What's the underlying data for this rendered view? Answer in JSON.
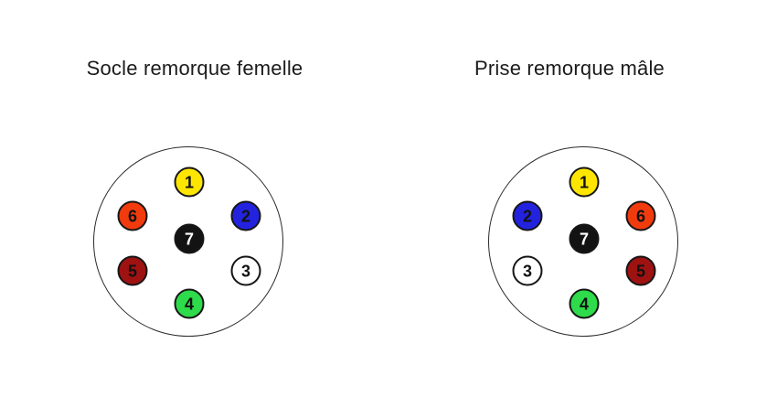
{
  "page": {
    "background": "#ffffff"
  },
  "connectors": [
    {
      "id": "female-socket",
      "title": "Socle remorque femelle",
      "pins": [
        {
          "label": "1",
          "color": "#ffe600",
          "text_color": "#111111",
          "position": "top"
        },
        {
          "label": "2",
          "color": "#2323df",
          "text_color": "#111111",
          "position": "upper-right"
        },
        {
          "label": "3",
          "color": "#ffffff",
          "text_color": "#111111",
          "position": "lower-right"
        },
        {
          "label": "4",
          "color": "#2edb4b",
          "text_color": "#111111",
          "position": "bottom"
        },
        {
          "label": "5",
          "color": "#9e1212",
          "text_color": "#111111",
          "position": "lower-left"
        },
        {
          "label": "6",
          "color": "#f23b0d",
          "text_color": "#111111",
          "position": "upper-left"
        },
        {
          "label": "7",
          "color": "#131313",
          "text_color": "#ffffff",
          "position": "center"
        }
      ]
    },
    {
      "id": "male-plug",
      "title": "Prise remorque mâle",
      "pins": [
        {
          "label": "1",
          "color": "#ffe600",
          "text_color": "#111111",
          "position": "top"
        },
        {
          "label": "2",
          "color": "#2323df",
          "text_color": "#111111",
          "position": "upper-left"
        },
        {
          "label": "3",
          "color": "#ffffff",
          "text_color": "#111111",
          "position": "lower-left"
        },
        {
          "label": "4",
          "color": "#2edb4b",
          "text_color": "#111111",
          "position": "bottom"
        },
        {
          "label": "5",
          "color": "#9e1212",
          "text_color": "#111111",
          "position": "lower-right"
        },
        {
          "label": "6",
          "color": "#f23b0d",
          "text_color": "#111111",
          "position": "upper-right"
        },
        {
          "label": "7",
          "color": "#131313",
          "text_color": "#ffffff",
          "position": "center"
        }
      ]
    }
  ]
}
